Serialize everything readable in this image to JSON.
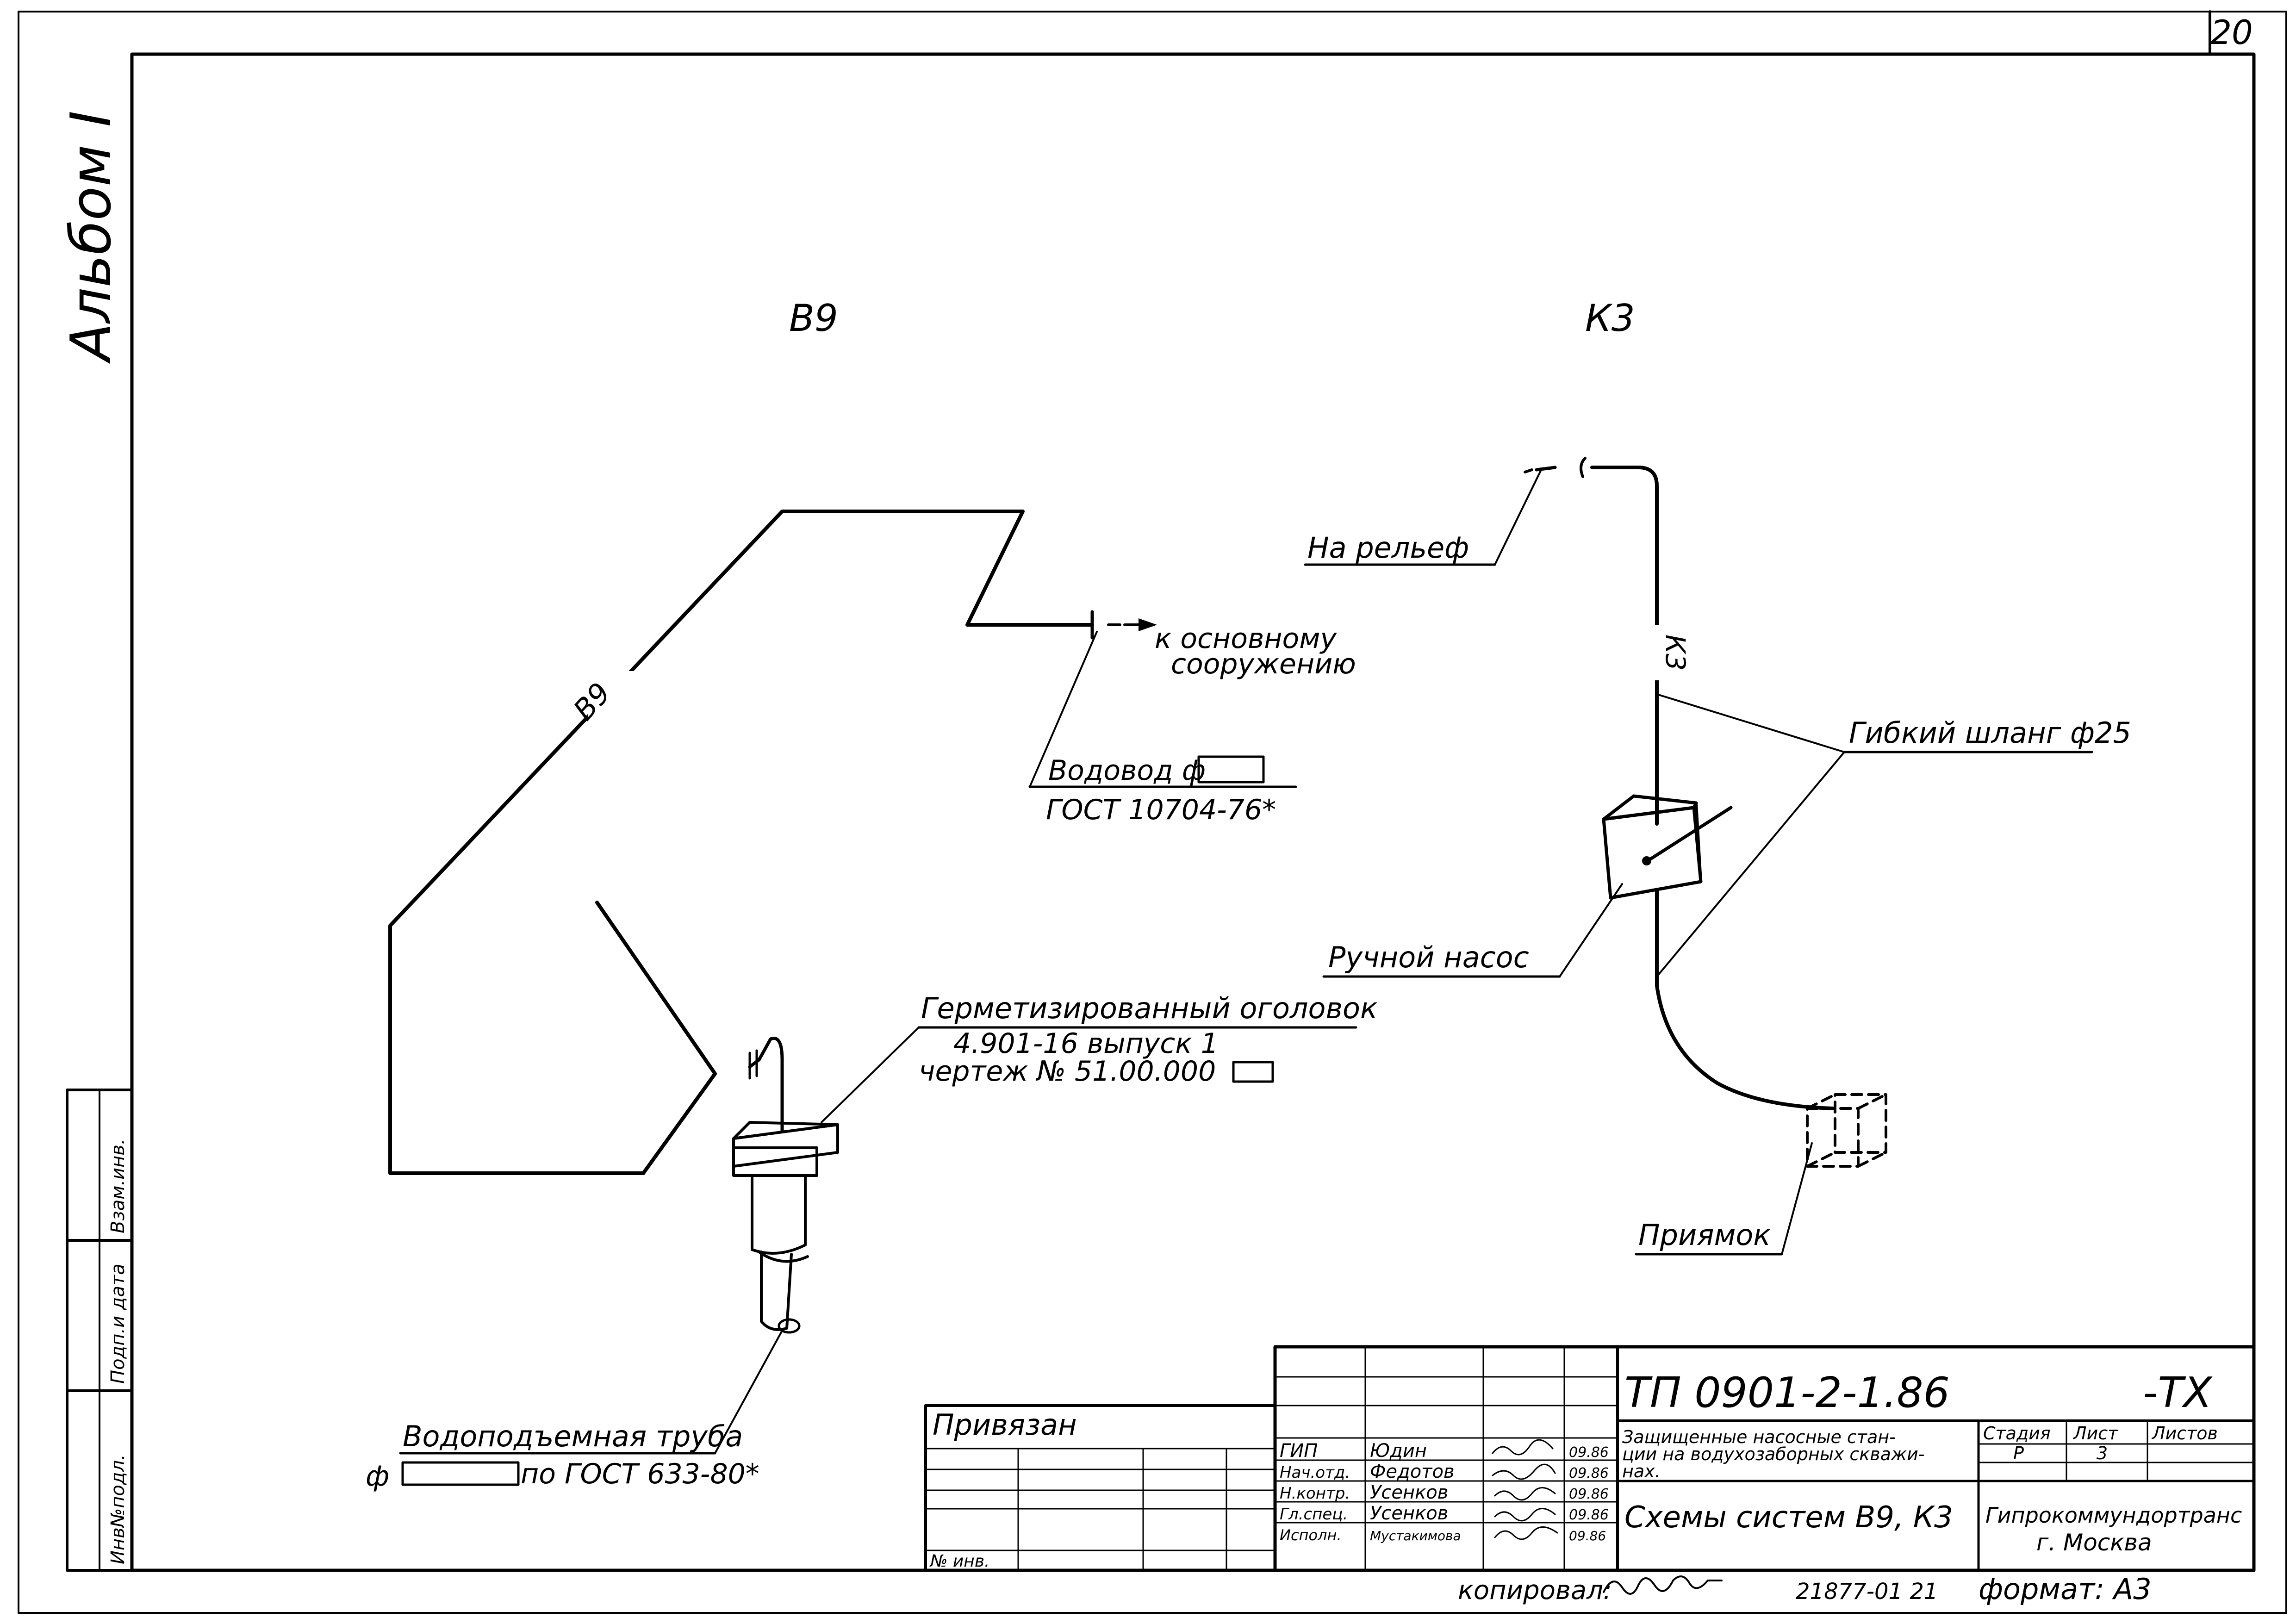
{
  "sheet": {
    "sheet_number": "20",
    "album": "Альбом I"
  },
  "side_stamp": {
    "inv_orig": "Инв№подл.",
    "sign_date": "Подп.и дата",
    "replace_inv": "Взам.инв."
  },
  "schemes": {
    "v9": {
      "title": "В9",
      "pipe_label": "В9",
      "to_main": [
        "к основному",
        "сооружению"
      ],
      "pipeline": "Водовод ф",
      "pipeline_gost": "ГОСТ 10704-76*",
      "sealed_head": "Герметизированный оголовок",
      "sealed_head_ref1": "4.901-16 выпуск 1",
      "sealed_head_ref2": "чертеж № 51.00.000",
      "riser": "Водоподъемная труба",
      "riser_phi": "ф",
      "riser_gost": "по ГОСТ 633-80*"
    },
    "k3": {
      "title": "К3",
      "pipe_label": "К3",
      "to_relief": "На рельеф",
      "hose": "Гибкий шланг ф25",
      "hand_pump": "Ручной насос",
      "pit": "Приямок"
    }
  },
  "title_block": {
    "designation": "ТП 0901-2-1.86",
    "suffix": "-ТХ",
    "bound": "Привязан",
    "inv_no": "№ инв.",
    "roles": [
      {
        "role": "ГИП",
        "name": "Юдин",
        "date": "09.86"
      },
      {
        "role": "Нач.отд.",
        "name": "Федотов",
        "date": "09.86"
      },
      {
        "role": "Н.контр.",
        "name": "Усенков",
        "date": "09.86"
      },
      {
        "role": "Гл.спец.",
        "name": "Усенков",
        "date": "09.86"
      },
      {
        "role": "Исполн.",
        "name": "Мустакимова",
        "date": "09.86"
      }
    ],
    "object_name": [
      "Защищенные насосные стан-",
      "ции на водухозаборных скважи-",
      "нах."
    ],
    "drawing_name": "Схемы систем В9, К3",
    "stage_header": "Стадия",
    "sheet_header": "Лист",
    "sheets_header": "Листов",
    "stage": "Р",
    "sheet": "3",
    "sheets": "",
    "organization": "Гипрокоммундортранс",
    "city": "г. Москва"
  },
  "footer": {
    "copied": "копировал:",
    "order": "21877-01 21",
    "format": "формат: А3"
  }
}
